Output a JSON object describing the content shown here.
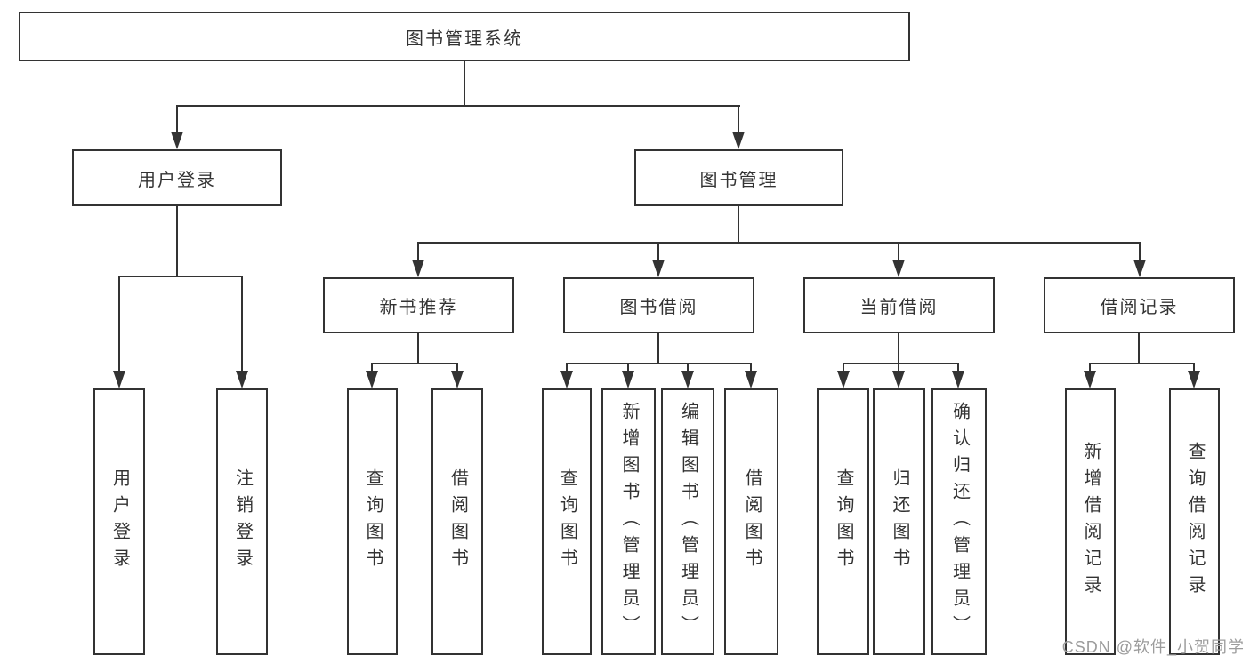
{
  "colors": {
    "line": "#333333",
    "text": "#333333",
    "watermark": "#9c9c9c",
    "background": "#ffffff"
  },
  "diagram": {
    "root": {
      "label": "图书管理系统"
    },
    "branches": [
      {
        "label": "用户登录",
        "children": [
          {
            "label": "用户登录"
          },
          {
            "label": "注销登录"
          }
        ]
      },
      {
        "label": "图书管理",
        "modules": [
          {
            "label": "新书推荐",
            "children": [
              {
                "label": "查询图书"
              },
              {
                "label": "借阅图书"
              }
            ]
          },
          {
            "label": "图书借阅",
            "children": [
              {
                "label": "查询图书"
              },
              {
                "label": "新增图书（管理员）"
              },
              {
                "label": "编辑图书（管理员）"
              },
              {
                "label": "借阅图书"
              }
            ]
          },
          {
            "label": "当前借阅",
            "children": [
              {
                "label": "查询图书"
              },
              {
                "label": "归还图书"
              },
              {
                "label": "确认归还（管理员）"
              }
            ]
          },
          {
            "label": "借阅记录",
            "children": [
              {
                "label": "新增借阅记录"
              },
              {
                "label": "查询借阅记录"
              }
            ]
          }
        ]
      }
    ]
  },
  "watermark": {
    "text": "CSDN @软件_小贺同学"
  }
}
